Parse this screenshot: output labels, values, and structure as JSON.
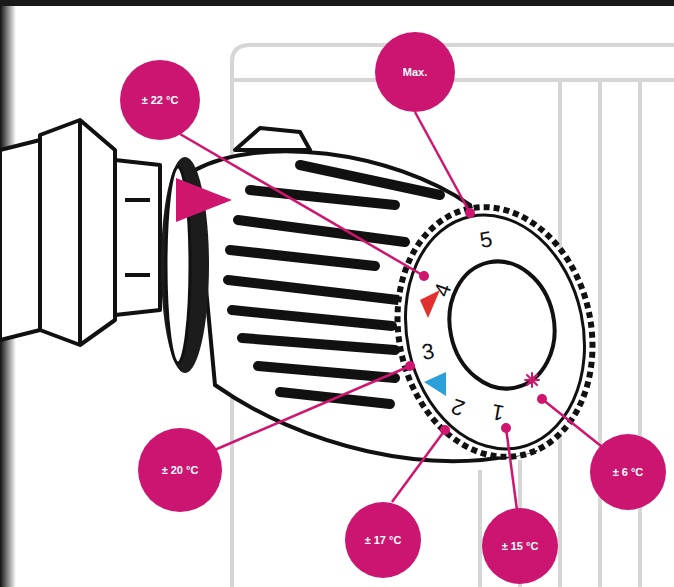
{
  "diagram": {
    "nodes": [
      {
        "text": [
          "Max."
        ]
      },
      {
        "text": [
          "± 22 °C"
        ]
      },
      {
        "text": [
          "± 20 °C"
        ]
      },
      {
        "text": [
          "± 17 °C"
        ]
      },
      {
        "text": [
          "± 15 °C"
        ]
      },
      {
        "text": [
          "± 6 °C"
        ]
      }
    ],
    "labels": [
      "5",
      "4",
      "3",
      "2",
      "1"
    ]
  }
}
